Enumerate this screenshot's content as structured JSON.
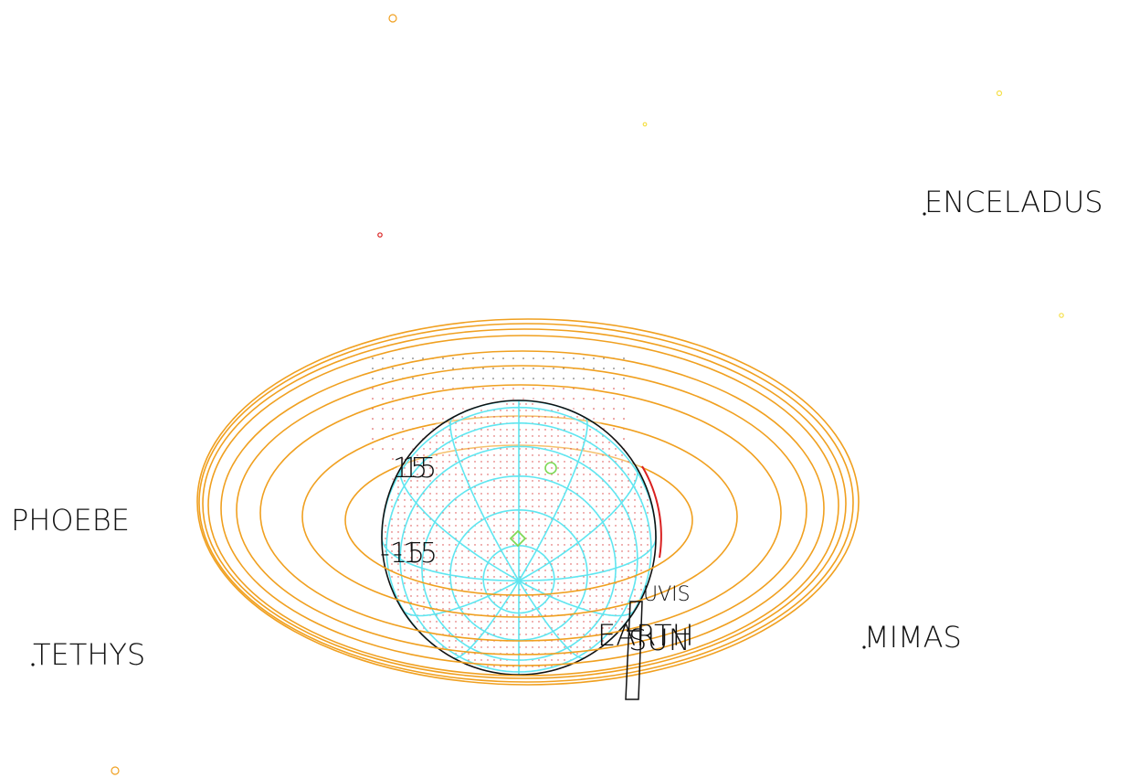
{
  "labels": {
    "enceladus": "ENCELADUS",
    "phoebe": "PHOEBE",
    "tethys": "TETHYS",
    "mimas": "MIMAS",
    "earth": "EARTH",
    "sun": "SUN",
    "uvis": "UVIS",
    "lat_pos": "15",
    "lat_neg": "-15"
  },
  "colors": {
    "rings": "#f0a020",
    "grid": "#5fe6f0",
    "limb": "#111111",
    "dots": "#d94040",
    "marker": "#7ed957",
    "star_yellow": "#f5e04a",
    "star_orange": "#f0a020",
    "star_red": "#d92020"
  }
}
